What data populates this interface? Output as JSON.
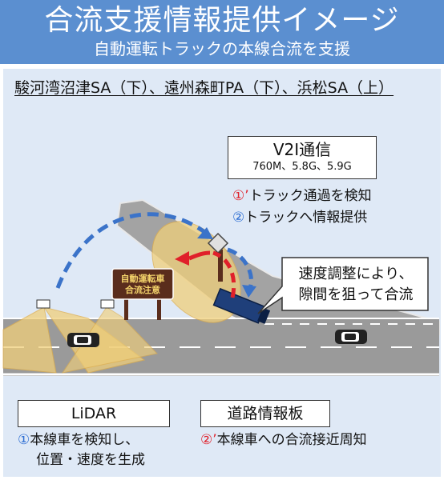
{
  "header": {
    "title": "合流支援情報提供イメージ",
    "subtitle": "自動運転トラックの本線合流を支援",
    "bg_color": "#5b8fd0"
  },
  "locations": "駿河湾沼津SA（下）、遠州森町PA（下）、浜松SA（上）",
  "v2i": {
    "name": "V2I通信",
    "frequencies": "760M、5.8G、5.9G",
    "step1_num": "①’",
    "step1_text": "トラック通過を検知",
    "step2_num": "②",
    "step2_text": "トラックへ情報提供"
  },
  "callout": {
    "line1": "速度調整により、",
    "line2": "隙間を狙って合流"
  },
  "road_sign": {
    "line1": "自動運転車",
    "line2": "合流注意"
  },
  "lidar": {
    "label": "LiDAR",
    "num": "①",
    "line1": "本線車を検知し、",
    "line2": "位置・速度を生成"
  },
  "info_board": {
    "label": "道路情報板",
    "num": "②’",
    "text": "本線車への合流接近周知"
  },
  "colors": {
    "road": "#9a9a9a",
    "lane_marking": "#ffffff",
    "lidar_zone": "#f0cf7a",
    "arrow_blue": "#3b73c9",
    "arrow_red": "#e0202a",
    "sign_brown": "#5a2d1c",
    "sign_text": "#f3d36b",
    "truck": "#1f3f7a"
  }
}
